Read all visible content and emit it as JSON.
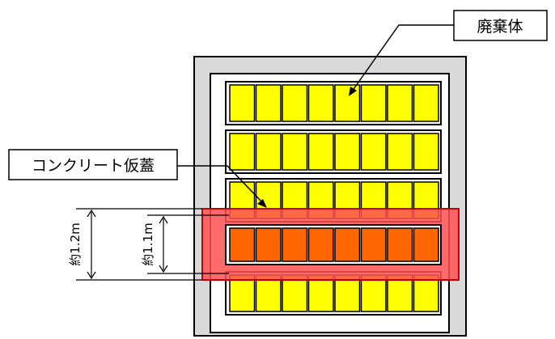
{
  "labels": {
    "waste": "廃棄体",
    "concrete_lid": "コンクリート仮蓋",
    "approx_outer": "約1.2m",
    "approx_inner": "約1.1m"
  },
  "colors": {
    "outer_wall": "#d9d9d9",
    "waste_yellow": "#ffff00",
    "waste_orange": "#ff6600",
    "highlight_red": "#ff5050",
    "highlight_border": "#c00000"
  },
  "layout": {
    "rows": 5,
    "cells_per_row": 8,
    "highlighted_row": 4
  }
}
